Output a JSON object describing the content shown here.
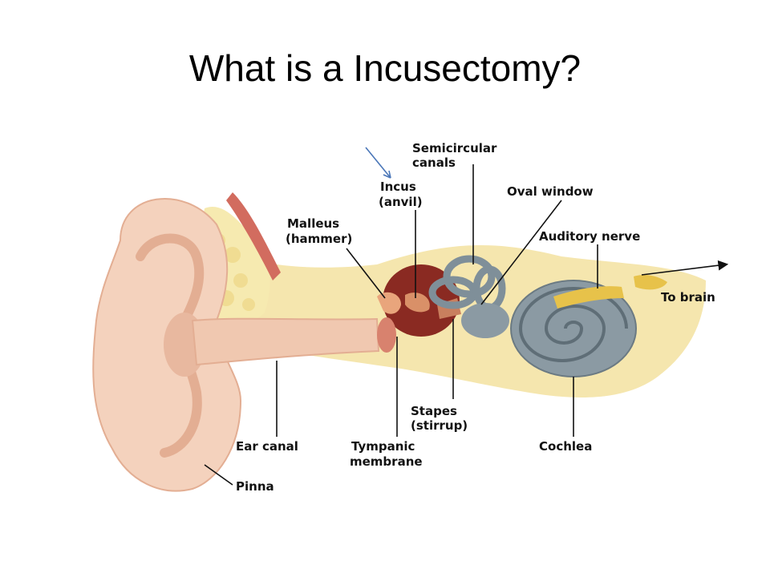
{
  "slide": {
    "title": "What is a Incusectomy?"
  },
  "diagram": {
    "labels": {
      "semicircular_1": "Semicircular",
      "semicircular_2": "canals",
      "incus_1": "Incus",
      "incus_2": "(anvil)",
      "oval_window": "Oval window",
      "malleus_1": "Malleus",
      "malleus_2": "(hammer)",
      "auditory_nerve": "Auditory nerve",
      "to_brain": "To brain",
      "stapes_1": "Stapes",
      "stapes_2": "(stirrup)",
      "ear_canal": "Ear canal",
      "tympanic_1": "Tympanic",
      "tympanic_2": "membrane",
      "cochlea": "Cochlea",
      "pinna": "Pinna"
    },
    "colors": {
      "skin": "#f4d2bd",
      "skin_shadow": "#e3ae93",
      "bone": "#f3e2a0",
      "fat": "#f6eab0",
      "cavity": "#8a2a22",
      "cochlea": "#8b9aa3",
      "pointer_arrow": "#4a76b8"
    }
  }
}
